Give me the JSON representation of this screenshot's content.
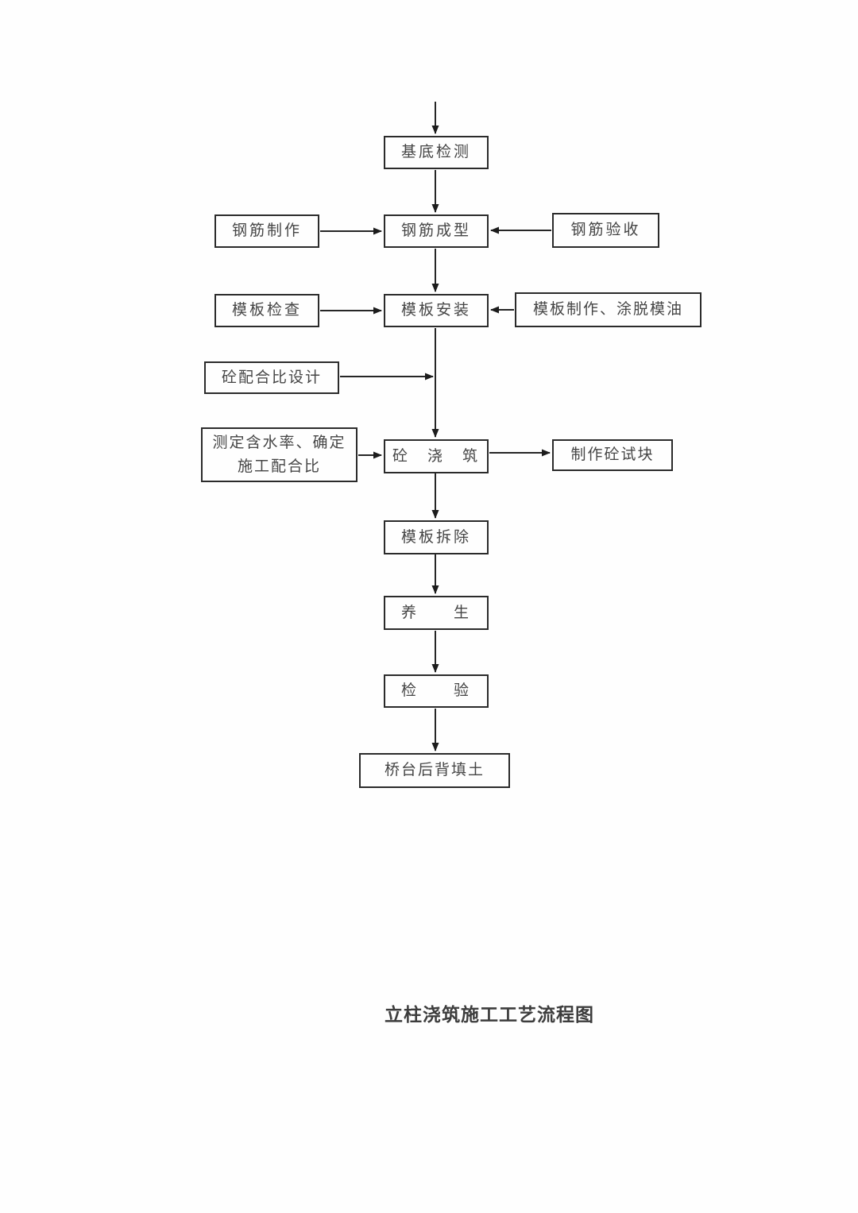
{
  "page": {
    "background_color": "#fefefe",
    "line_color": "#262626",
    "text_color": "#454545"
  },
  "diagram": {
    "caption": "立柱浇筑施工工艺流程图",
    "nodes": [
      {
        "id": "base-inspection",
        "label": "基底检测"
      },
      {
        "id": "rebar-fabrication",
        "label": "钢筋制作"
      },
      {
        "id": "rebar-forming",
        "label": "钢筋成型"
      },
      {
        "id": "rebar-acceptance",
        "label": "钢筋验收"
      },
      {
        "id": "formwork-inspection",
        "label": "模板检查"
      },
      {
        "id": "formwork-installation",
        "label": "模板安装"
      },
      {
        "id": "formwork-making-oiling",
        "label": "模板制作、涂脱模油"
      },
      {
        "id": "mix-ratio-design",
        "label": "砼配合比设计"
      },
      {
        "id": "moisture-determination",
        "label": "测定含水率、确定\n施工配合比"
      },
      {
        "id": "concrete-pouring",
        "label": "砼　浇　筑"
      },
      {
        "id": "make-test-blocks",
        "label": "制作砼试块"
      },
      {
        "id": "formwork-removal",
        "label": "模板拆除"
      },
      {
        "id": "curing",
        "label": "养　　生"
      },
      {
        "id": "final-inspection",
        "label": "检　　验"
      },
      {
        "id": "abutment-backfill",
        "label": "桥台后背填土"
      }
    ]
  }
}
